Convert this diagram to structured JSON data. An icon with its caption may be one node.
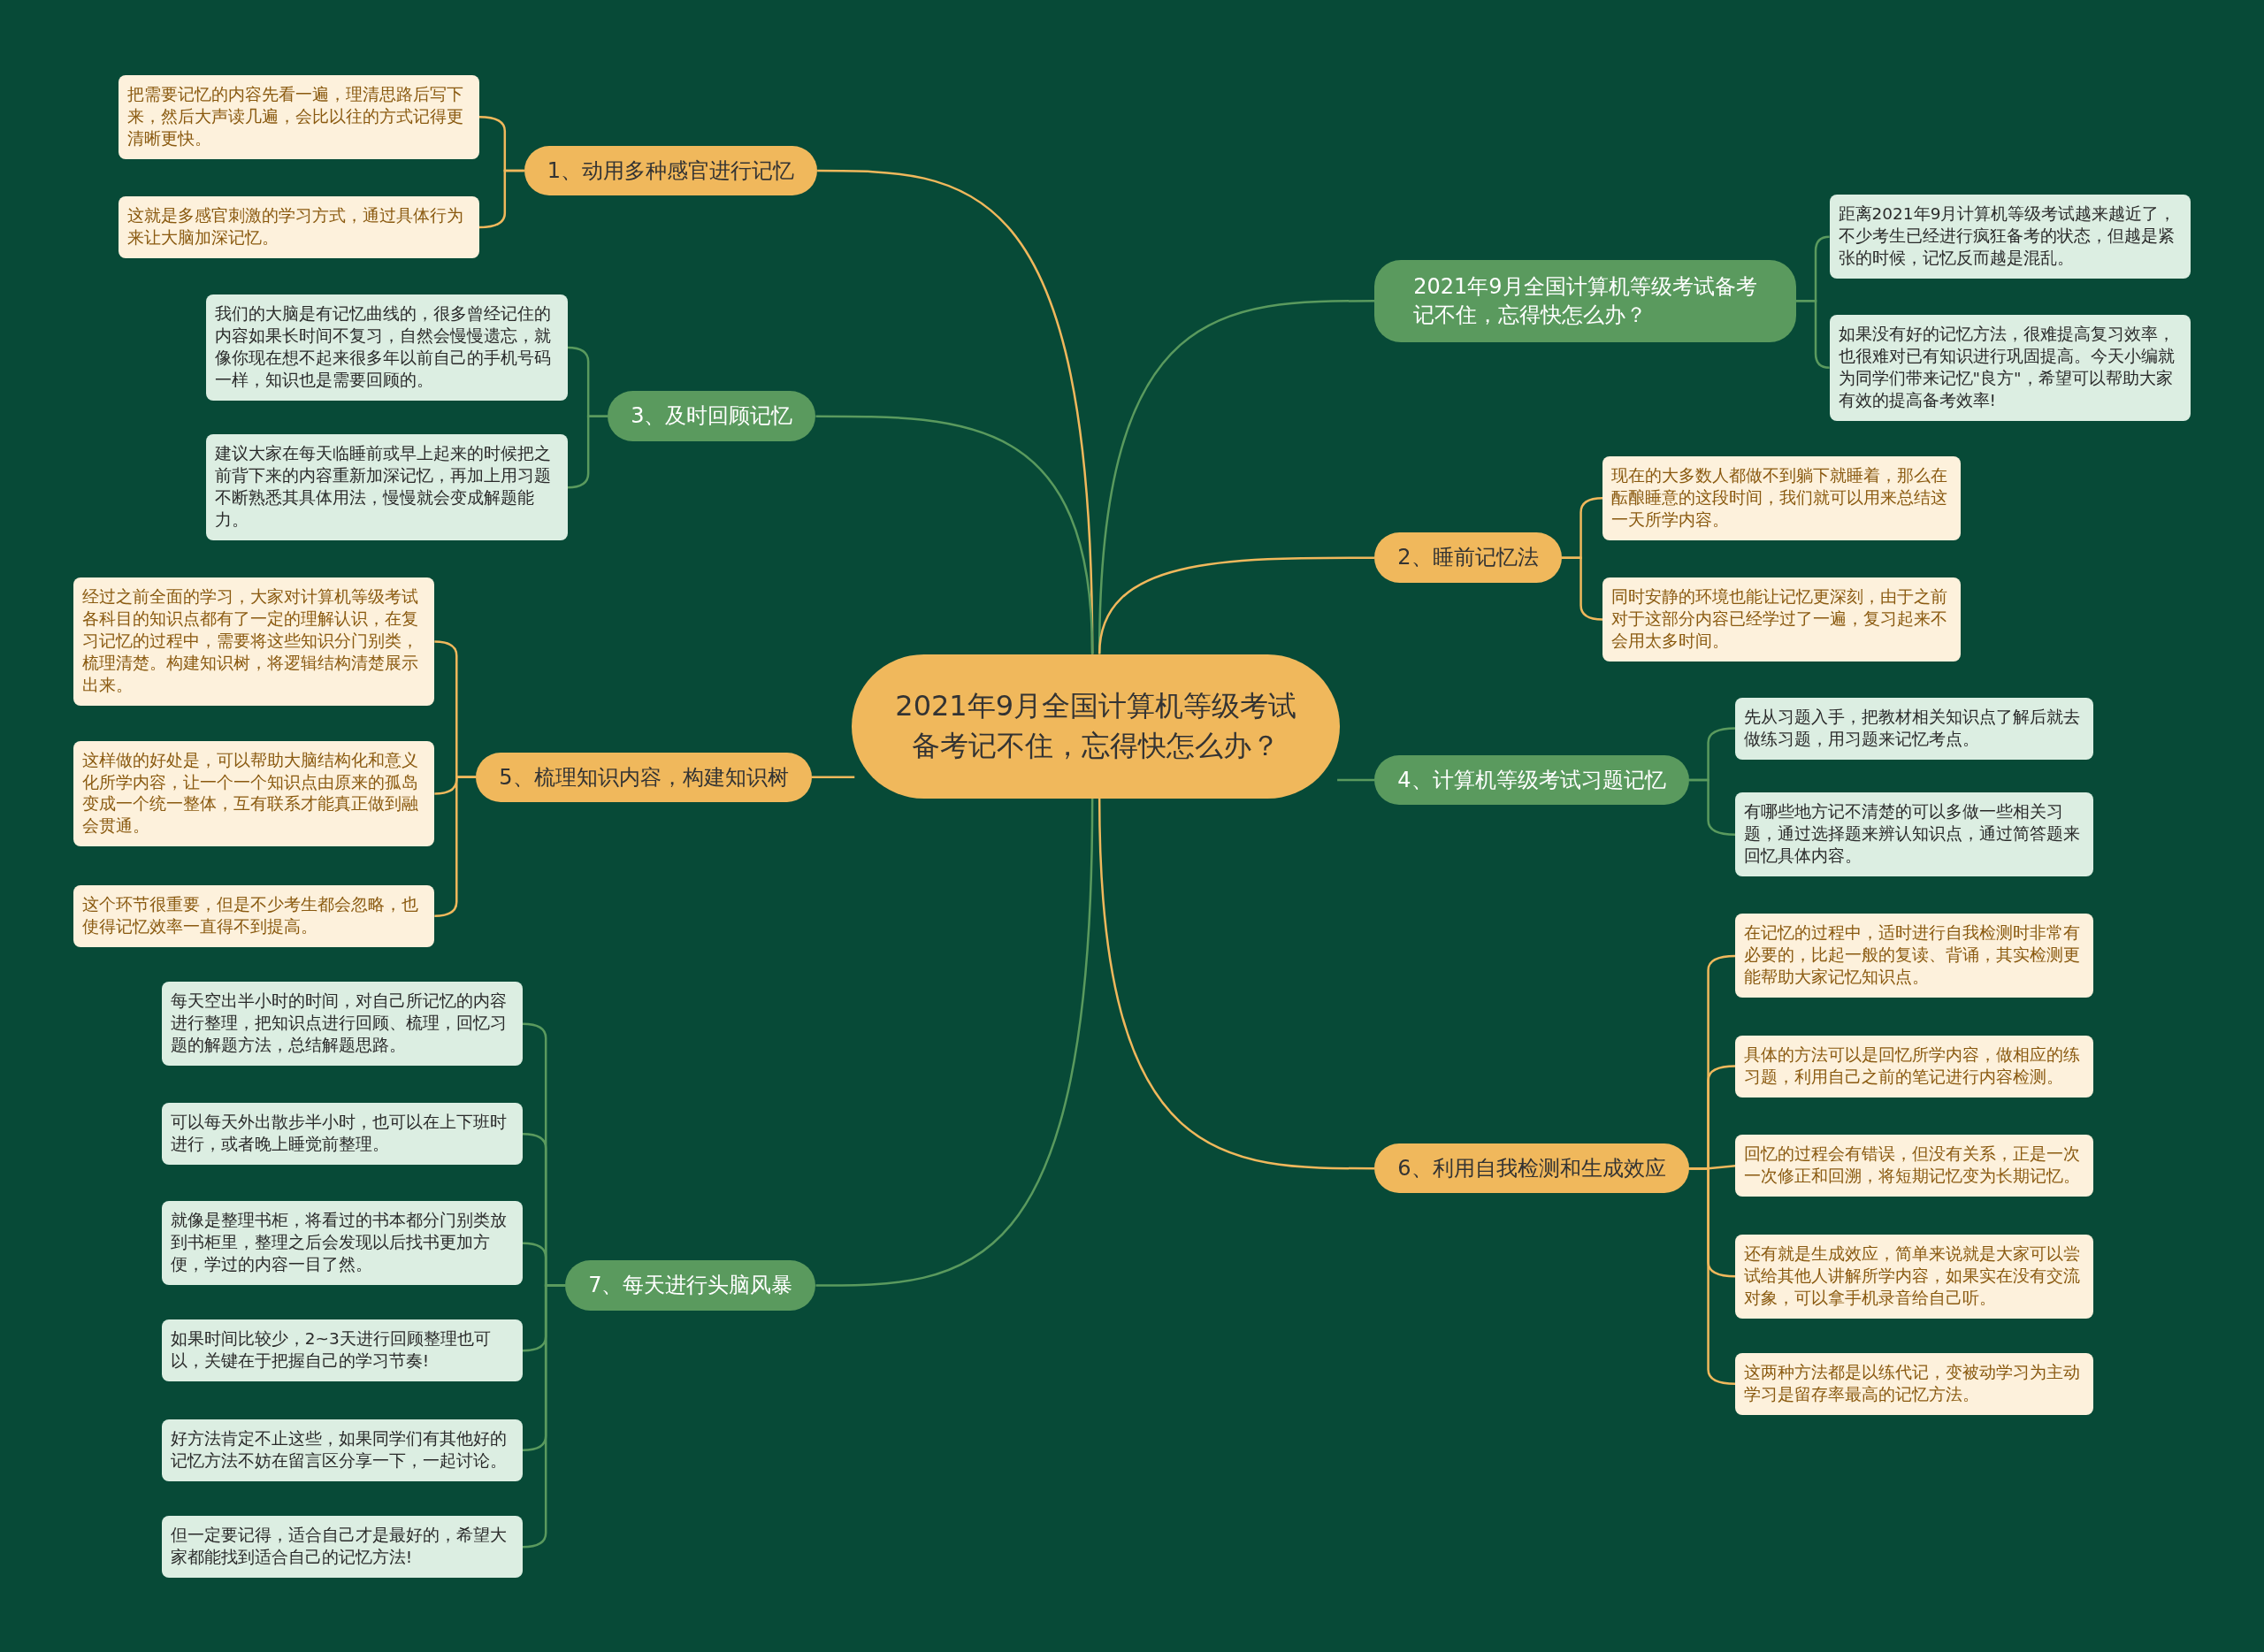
{
  "diagram": {
    "nodes": [
      {
        "text": [
          "2021年9月全国计算机等级考试备考记不住，忘得快怎么办？"
        ]
      },
      {
        "text": [
          "2021年9月全国计算机等级考试备考记不住，忘得快怎么办？"
        ]
      },
      {
        "text": [
          "距离2021年9月计算机等级考试越来越近了，不少考生已经进行疯狂备考的状态，但越是紧张的时候，记忆反而越是混乱。"
        ]
      },
      {
        "text": [
          "如果没有好的记忆方法，很难提高复习效率，也很难对已有知识进行巩固提高。今天小编就为同学们带来记忆\"良方\"，希望可以帮助大家有效的提高备考效率!"
        ]
      },
      {
        "text": [
          "1、动用多种感官进行记忆"
        ]
      },
      {
        "text": [
          "把需要记忆的内容先看一遍，理清思路后写下来，然后大声读几遍，会比以往的方式记得更清晰更快。"
        ]
      },
      {
        "text": [
          "这就是多感官刺激的学习方式，通过具体行为来让大脑加深记忆。"
        ]
      },
      {
        "text": [
          "2、睡前记忆法"
        ]
      },
      {
        "text": [
          "现在的大多数人都做不到躺下就睡着，那么在酝酿睡意的这段时间，我们就可以用来总结这一天所学内容。"
        ]
      },
      {
        "text": [
          "同时安静的环境也能让记忆更深刻，由于之前对于这部分内容已经学过了一遍，复习起来不会用太多时间。"
        ]
      },
      {
        "text": [
          "3、及时回顾记忆"
        ]
      },
      {
        "text": [
          "我们的大脑是有记忆曲线的，很多曾经记住的内容如果长时间不复习，自然会慢慢遗忘，就像你现在想不起来很多年以前自己的手机号码一样，知识也是需要回顾的。"
        ]
      },
      {
        "text": [
          "建议大家在每天临睡前或早上起来的时候把之前背下来的内容重新加深记忆，再加上用习题不断熟悉其具体用法，慢慢就会变成解题能力。"
        ]
      },
      {
        "text": [
          "4、计算机等级考试习题记忆"
        ]
      },
      {
        "text": [
          "先从习题入手，把教材相关知识点了解后就去做练习题，用习题来记忆考点。"
        ]
      },
      {
        "text": [
          "有哪些地方记不清楚的可以多做一些相关习题，通过选择题来辨认知识点，通过简答题来回忆具体内容。"
        ]
      },
      {
        "text": [
          "5、梳理知识内容，构建知识树"
        ]
      },
      {
        "text": [
          "经过之前全面的学习，大家对计算机等级考试各科目的知识点都有了一定的理解认识，在复习记忆的过程中，需要将这些知识分门别类，梳理清楚。构建知识树，将逻辑结构清楚展示出来。"
        ]
      },
      {
        "text": [
          "这样做的好处是，可以帮助大脑结构化和意义化所学内容，让一个一个知识点由原来的孤岛变成一个统一整体，互有联系才能真正做到融会贯通。"
        ]
      },
      {
        "text": [
          "这个环节很重要，但是不少考生都会忽略，也使得记忆效率一直得不到提高。"
        ]
      },
      {
        "text": [
          "6、利用自我检测和生成效应"
        ]
      },
      {
        "text": [
          "在记忆的过程中，适时进行自我检测时非常有必要的，比起一般的复读、背诵，其实检测更能帮助大家记忆知识点。"
        ]
      },
      {
        "text": [
          "具体的方法可以是回忆所学内容，做相应的练习题，利用自己之前的笔记进行内容检测。"
        ]
      },
      {
        "text": [
          "回忆的过程会有错误，但没有关系，正是一次一次修正和回溯，将短期记忆变为长期记忆。"
        ]
      },
      {
        "text": [
          "还有就是生成效应，简单来说就是大家可以尝试给其他人讲解所学内容，如果实在没有交流对象，可以拿手机录音给自己听。"
        ]
      },
      {
        "text": [
          "这两种方法都是以练代记，变被动学习为主动学习是留存率最高的记忆方法。"
        ]
      },
      {
        "text": [
          "7、每天进行头脑风暴"
        ]
      },
      {
        "text": [
          "每天空出半小时的时间，对自己所记忆的内容进行整理，把知识点进行回顾、梳理，回忆习题的解题方法，总结解题思路。"
        ]
      },
      {
        "text": [
          "可以每天外出散步半小时，也可以在上下班时进行，或者晚上睡觉前整理。"
        ]
      },
      {
        "text": [
          "就像是整理书柜，将看过的书本都分门别类放到书柜里，整理之后会发现以后找书更加方便，学过的内容一目了然。"
        ]
      },
      {
        "text": [
          "如果时间比较少，2~3天进行回顾整理也可以，关键在于把握自己的学习节奏!"
        ]
      },
      {
        "text": [
          "好方法肯定不止这些，如果同学们有其他好的记忆方法不妨在留言区分享一下，一起讨论。"
        ]
      },
      {
        "text": [
          "但一定要记得，适合自己才是最好的，希望大家都能找到适合自己的记忆方法!"
        ]
      }
    ],
    "edges": [
      {
        "from": 0,
        "to": 1,
        "arrow": "none",
        "color": "#5a9a5e"
      },
      {
        "from": 1,
        "to": 2,
        "arrow": "none",
        "color": "#5a9a5e"
      },
      {
        "from": 1,
        "to": 3,
        "arrow": "none",
        "color": "#5a9a5e"
      },
      {
        "from": 0,
        "to": 4,
        "arrow": "none",
        "color": "#f0b85c"
      },
      {
        "from": 4,
        "to": 5,
        "arrow": "none",
        "color": "#f0b85c"
      },
      {
        "from": 4,
        "to": 6,
        "arrow": "none",
        "color": "#f0b85c"
      },
      {
        "from": 0,
        "to": 7,
        "arrow": "none",
        "color": "#f0b85c"
      },
      {
        "from": 7,
        "to": 8,
        "arrow": "none",
        "color": "#f0b85c"
      },
      {
        "from": 7,
        "to": 9,
        "arrow": "none",
        "color": "#f0b85c"
      },
      {
        "from": 0,
        "to": 10,
        "arrow": "none",
        "color": "#5a9a5e"
      },
      {
        "from": 10,
        "to": 11,
        "arrow": "none",
        "color": "#5a9a5e"
      },
      {
        "from": 10,
        "to": 12,
        "arrow": "none",
        "color": "#5a9a5e"
      },
      {
        "from": 0,
        "to": 13,
        "arrow": "none",
        "color": "#5a9a5e"
      },
      {
        "from": 13,
        "to": 14,
        "arrow": "none",
        "color": "#5a9a5e"
      },
      {
        "from": 13,
        "to": 15,
        "arrow": "none",
        "color": "#5a9a5e"
      },
      {
        "from": 0,
        "to": 16,
        "arrow": "none",
        "color": "#f0b85c"
      },
      {
        "from": 16,
        "to": 17,
        "arrow": "none",
        "color": "#f0b85c"
      },
      {
        "from": 16,
        "to": 18,
        "arrow": "none",
        "color": "#f0b85c"
      },
      {
        "from": 16,
        "to": 19,
        "arrow": "none",
        "color": "#f0b85c"
      },
      {
        "from": 0,
        "to": 20,
        "arrow": "none",
        "color": "#f0b85c"
      },
      {
        "from": 20,
        "to": 21,
        "arrow": "none",
        "color": "#f0b85c"
      },
      {
        "from": 20,
        "to": 22,
        "arrow": "none",
        "color": "#f0b85c"
      },
      {
        "from": 20,
        "to": 23,
        "arrow": "none",
        "color": "#f0b85c"
      },
      {
        "from": 20,
        "to": 24,
        "arrow": "none",
        "color": "#f0b85c"
      },
      {
        "from": 20,
        "to": 25,
        "arrow": "none",
        "color": "#f0b85c"
      },
      {
        "from": 0,
        "to": 26,
        "arrow": "none",
        "color": "#5a9a5e"
      },
      {
        "from": 26,
        "to": 27,
        "arrow": "none",
        "color": "#5a9a5e"
      },
      {
        "from": 26,
        "to": 28,
        "arrow": "none",
        "color": "#5a9a5e"
      },
      {
        "from": 26,
        "to": 29,
        "arrow": "none",
        "color": "#5a9a5e"
      },
      {
        "from": 26,
        "to": 30,
        "arrow": "none",
        "color": "#5a9a5e"
      },
      {
        "from": 26,
        "to": 31,
        "arrow": "none",
        "color": "#5a9a5e"
      },
      {
        "from": 26,
        "to": 32,
        "arrow": "none",
        "color": "#5a9a5e"
      }
    ]
  }
}
